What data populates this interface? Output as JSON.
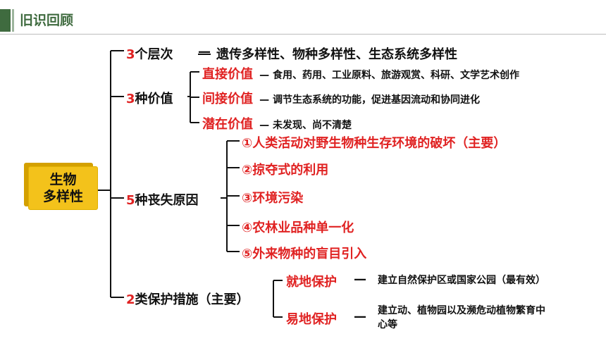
{
  "header": {
    "title": "旧识回顾"
  },
  "root": {
    "line1": "生物",
    "line2": "多样性"
  },
  "levels": {
    "num": "3",
    "label": "个层次",
    "dash": "—",
    "desc": "遗传多样性、物种多样性、生态系统多样性"
  },
  "values": {
    "num": "3",
    "label": "种价值",
    "items": [
      {
        "label": "直接价值",
        "desc": "— 食用、药用、工业原料、旅游观赏、科研、文学艺术创作"
      },
      {
        "label": "间接价值",
        "desc": "— 调节生态系统的功能，促进基因流动和协同进化"
      },
      {
        "label": "潜在价值",
        "desc": "— 未发现、尚不清楚"
      }
    ]
  },
  "causes": {
    "num": "5",
    "label": "种丧失原因",
    "items": [
      "①人类活动对野生物种生存环境的破坏（主要）",
      "②掠夺式的利用",
      "③环境污染",
      "④农林业品种单一化",
      "⑤外来物种的盲目引入"
    ]
  },
  "protection": {
    "num": "2",
    "label": "类保护措施（主要）",
    "items": [
      {
        "label": "就地保护",
        "dash": "—",
        "desc": "建立自然保护区或国家公园（最有效）"
      },
      {
        "label": "易地保护",
        "dash": "—",
        "desc_line1": "建立动、植物园以及濒危动植物繁育中",
        "desc_line2": "心等"
      }
    ]
  }
}
